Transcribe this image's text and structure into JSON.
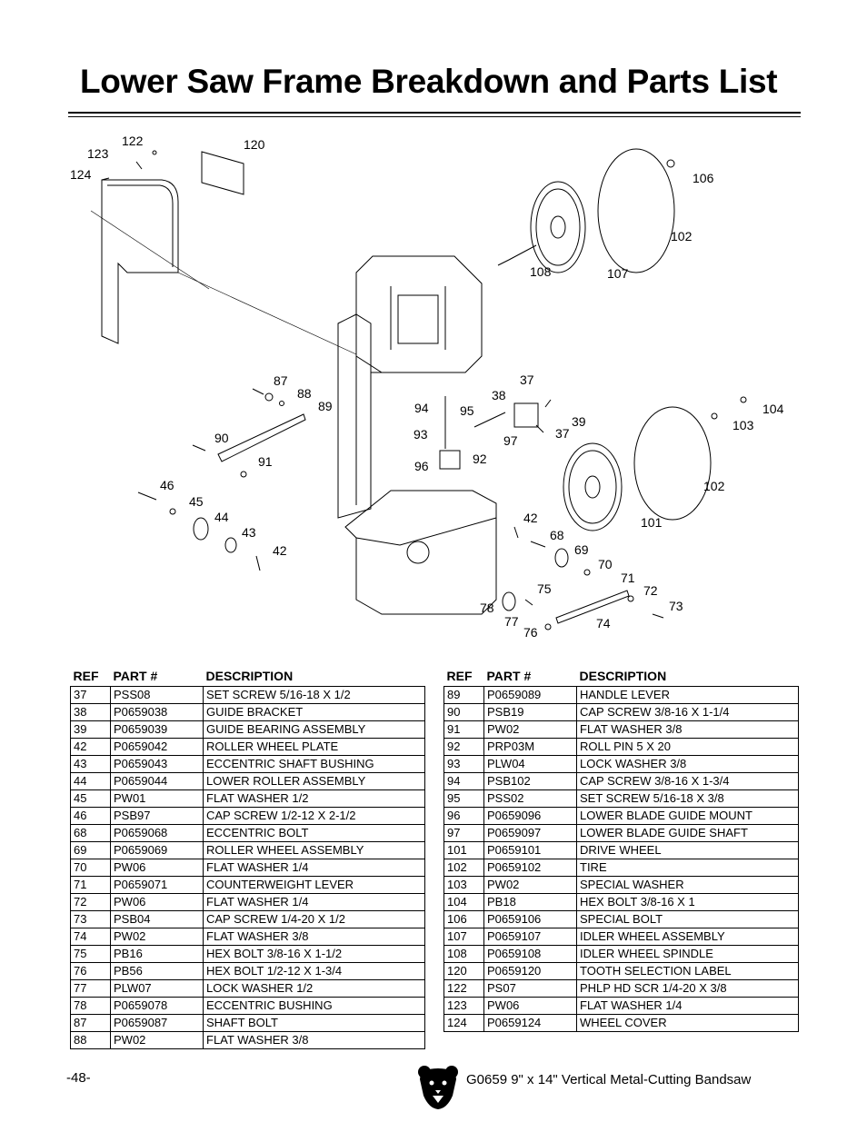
{
  "page": {
    "title": "Lower Saw Frame Breakdown and Parts List",
    "page_number": "-48-",
    "footer_model": "G0659",
    "footer_text": "9\" x 14\" Vertical Metal-Cutting Bandsaw",
    "logo_icon": "bear-head-icon"
  },
  "diagram": {
    "callouts": [
      "122",
      "123",
      "124",
      "120",
      "106",
      "102",
      "108",
      "107",
      "87",
      "88",
      "89",
      "94",
      "95",
      "38",
      "37",
      "39",
      "37",
      "93",
      "97",
      "92",
      "96",
      "104",
      "103",
      "90",
      "91",
      "46",
      "45",
      "44",
      "43",
      "42",
      "102",
      "101",
      "42",
      "68",
      "69",
      "70",
      "71",
      "72",
      "73",
      "75",
      "78",
      "77",
      "76",
      "74"
    ]
  },
  "table_headers": {
    "ref": "REF",
    "part": "PART #",
    "desc": "DESCRIPTION"
  },
  "left_rows": [
    {
      "ref": "37",
      "part": "PSS08",
      "desc": "SET SCREW 5/16-18 X 1/2"
    },
    {
      "ref": "38",
      "part": "P0659038",
      "desc": "GUIDE BRACKET"
    },
    {
      "ref": "39",
      "part": "P0659039",
      "desc": "GUIDE BEARING ASSEMBLY"
    },
    {
      "ref": "42",
      "part": "P0659042",
      "desc": "ROLLER WHEEL PLATE"
    },
    {
      "ref": "43",
      "part": "P0659043",
      "desc": "ECCENTRIC SHAFT BUSHING"
    },
    {
      "ref": "44",
      "part": "P0659044",
      "desc": "LOWER ROLLER ASSEMBLY"
    },
    {
      "ref": "45",
      "part": "PW01",
      "desc": "FLAT WASHER 1/2"
    },
    {
      "ref": "46",
      "part": "PSB97",
      "desc": "CAP SCREW 1/2-12 X 2-1/2"
    },
    {
      "ref": "68",
      "part": "P0659068",
      "desc": "ECCENTRIC BOLT"
    },
    {
      "ref": "69",
      "part": "P0659069",
      "desc": "ROLLER WHEEL ASSEMBLY"
    },
    {
      "ref": "70",
      "part": "PW06",
      "desc": "FLAT WASHER 1/4"
    },
    {
      "ref": "71",
      "part": "P0659071",
      "desc": "COUNTERWEIGHT LEVER"
    },
    {
      "ref": "72",
      "part": "PW06",
      "desc": "FLAT WASHER 1/4"
    },
    {
      "ref": "73",
      "part": "PSB04",
      "desc": "CAP SCREW 1/4-20 X 1/2"
    },
    {
      "ref": "74",
      "part": "PW02",
      "desc": "FLAT WASHER 3/8"
    },
    {
      "ref": "75",
      "part": "PB16",
      "desc": "HEX BOLT 3/8-16 X 1-1/2"
    },
    {
      "ref": "76",
      "part": "PB56",
      "desc": "HEX BOLT 1/2-12 X 1-3/4"
    },
    {
      "ref": "77",
      "part": "PLW07",
      "desc": "LOCK WASHER 1/2"
    },
    {
      "ref": "78",
      "part": "P0659078",
      "desc": "ECCENTRIC BUSHING"
    },
    {
      "ref": "87",
      "part": "P0659087",
      "desc": "SHAFT BOLT"
    },
    {
      "ref": "88",
      "part": "PW02",
      "desc": "FLAT WASHER 3/8"
    }
  ],
  "right_rows": [
    {
      "ref": "89",
      "part": "P0659089",
      "desc": "HANDLE LEVER"
    },
    {
      "ref": "90",
      "part": "PSB19",
      "desc": "CAP SCREW 3/8-16 X 1-1/4"
    },
    {
      "ref": "91",
      "part": "PW02",
      "desc": "FLAT WASHER 3/8"
    },
    {
      "ref": "92",
      "part": "PRP03M",
      "desc": "ROLL PIN 5 X 20"
    },
    {
      "ref": "93",
      "part": "PLW04",
      "desc": "LOCK WASHER 3/8"
    },
    {
      "ref": "94",
      "part": "PSB102",
      "desc": "CAP SCREW 3/8-16 X 1-3/4"
    },
    {
      "ref": "95",
      "part": "PSS02",
      "desc": "SET SCREW 5/16-18 X 3/8"
    },
    {
      "ref": "96",
      "part": "P0659096",
      "desc": "LOWER BLADE GUIDE MOUNT"
    },
    {
      "ref": "97",
      "part": "P0659097",
      "desc": "LOWER BLADE GUIDE SHAFT"
    },
    {
      "ref": "101",
      "part": "P0659101",
      "desc": "DRIVE WHEEL"
    },
    {
      "ref": "102",
      "part": "P0659102",
      "desc": "TIRE"
    },
    {
      "ref": "103",
      "part": "PW02",
      "desc": "SPECIAL WASHER"
    },
    {
      "ref": "104",
      "part": "PB18",
      "desc": "HEX BOLT 3/8-16 X 1"
    },
    {
      "ref": "106",
      "part": "P0659106",
      "desc": "SPECIAL BOLT"
    },
    {
      "ref": "107",
      "part": "P0659107",
      "desc": "IDLER WHEEL ASSEMBLY"
    },
    {
      "ref": "108",
      "part": "P0659108",
      "desc": "IDLER WHEEL SPINDLE"
    },
    {
      "ref": "120",
      "part": "P0659120",
      "desc": "TOOTH SELECTION LABEL"
    },
    {
      "ref": "122",
      "part": "PS07",
      "desc": "PHLP HD SCR 1/4-20 X 3/8"
    },
    {
      "ref": "123",
      "part": "PW06",
      "desc": "FLAT WASHER 1/4"
    },
    {
      "ref": "124",
      "part": "P0659124",
      "desc": "WHEEL COVER"
    }
  ]
}
